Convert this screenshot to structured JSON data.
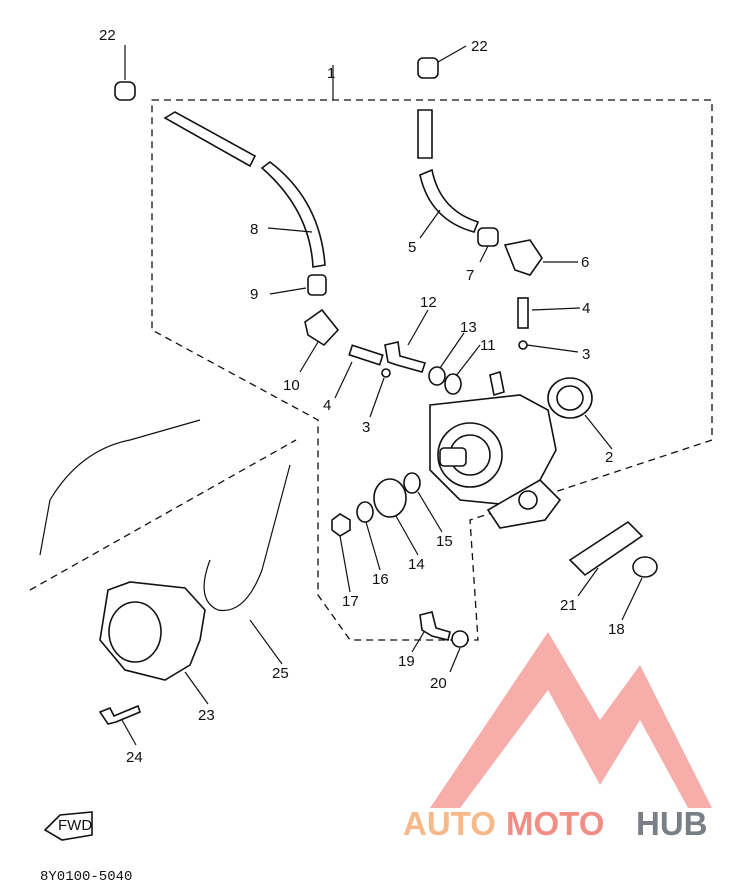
{
  "diagram": {
    "callouts": [
      {
        "id": "c22a",
        "label": "22"
      },
      {
        "id": "c22b",
        "label": "22"
      },
      {
        "id": "c1",
        "label": "1"
      },
      {
        "id": "c8",
        "label": "8"
      },
      {
        "id": "c9",
        "label": "9"
      },
      {
        "id": "c10",
        "label": "10"
      },
      {
        "id": "c5",
        "label": "5"
      },
      {
        "id": "c7",
        "label": "7"
      },
      {
        "id": "c6",
        "label": "6"
      },
      {
        "id": "c4a",
        "label": "4"
      },
      {
        "id": "c3a",
        "label": "3"
      },
      {
        "id": "c12",
        "label": "12"
      },
      {
        "id": "c13",
        "label": "13"
      },
      {
        "id": "c11",
        "label": "11"
      },
      {
        "id": "c4b",
        "label": "4"
      },
      {
        "id": "c3b",
        "label": "3"
      },
      {
        "id": "c2",
        "label": "2"
      },
      {
        "id": "c15",
        "label": "15"
      },
      {
        "id": "c14",
        "label": "14"
      },
      {
        "id": "c16",
        "label": "16"
      },
      {
        "id": "c17",
        "label": "17"
      },
      {
        "id": "c21",
        "label": "21"
      },
      {
        "id": "c18",
        "label": "18"
      },
      {
        "id": "c19",
        "label": "19"
      },
      {
        "id": "c20",
        "label": "20"
      },
      {
        "id": "c25",
        "label": "25"
      },
      {
        "id": "c23",
        "label": "23"
      },
      {
        "id": "c24",
        "label": "24"
      }
    ],
    "fwd_label": "FWD",
    "drawing_code": "8Y0100-5040"
  },
  "watermark": {
    "word_1": "AUTO",
    "word_2": "MOTO",
    "word_3": "HUB",
    "colors": {
      "auto": "#f7b98a",
      "moto": "#f28d86",
      "hub": "#7a7f86",
      "logo": "#f6a09b"
    }
  }
}
